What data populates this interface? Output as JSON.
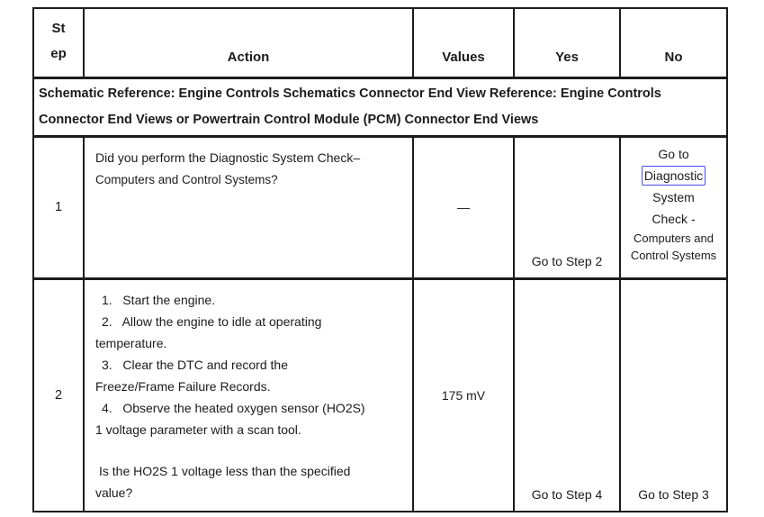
{
  "colors": {
    "table_border": "#1c1c1c",
    "text": "#1b1b1b",
    "link_outline_blue": "#4a4aee",
    "background": "#ffffff"
  },
  "header": {
    "step": "St\nep",
    "action": "Action",
    "values": "Values",
    "yes": "Yes",
    "no": "No"
  },
  "schematic_note": "Schematic Reference: Engine Controls Schematics Connector End View Reference: Engine Controls Connector End Views or Powertrain Control Module (PCM) Connector End Views",
  "rows": [
    {
      "step": "1",
      "action_main": "Did you perform the Diagnostic System Check–",
      "action_sub": "Computers and Control Systems?",
      "values": "—",
      "yes": "Go to Step 2",
      "no": {
        "goto": "Go to",
        "link": "Diagnostic",
        "line3": "System",
        "line4": "Check -",
        "small1": "Computers and",
        "small2": "Control Systems"
      }
    },
    {
      "step": "2",
      "items": [
        "1.   Start the engine.",
        "2.   Allow the engine to idle at operating temperature.",
        "3.   Clear the DTC and record the Freeze/Frame Failure Records.",
        "4.   Observe the heated oxygen sensor (HO2S) 1 voltage parameter with a scan tool."
      ],
      "question": "Is the HO2S 1 voltage less than the specified value?",
      "values": "175 mV",
      "yes": "Go to Step 4",
      "no": "Go to Step 3"
    }
  ]
}
